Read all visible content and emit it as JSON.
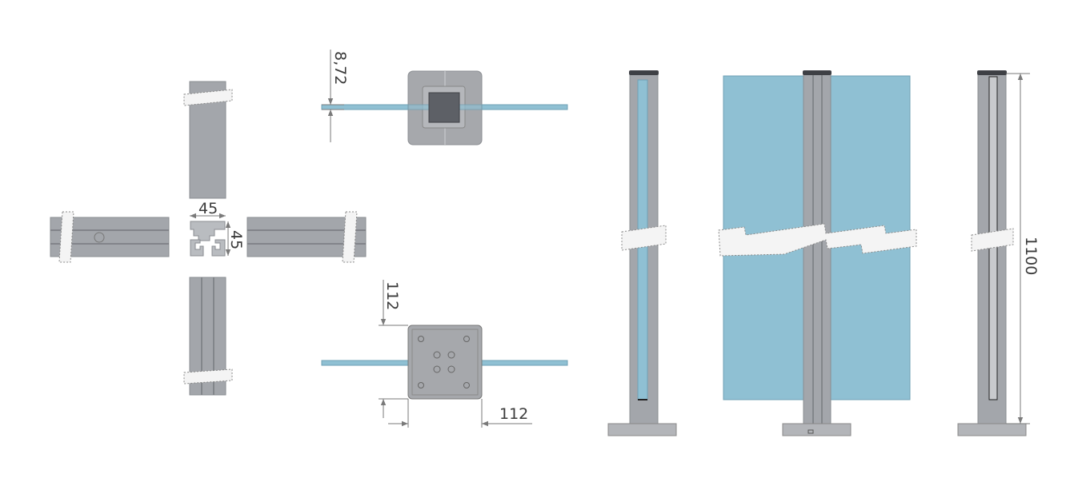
{
  "dimensions": {
    "profile_width": "45",
    "profile_height": "45",
    "glass_thickness": "8,72",
    "base_depth": "112",
    "base_width": "112",
    "post_height": "1100"
  },
  "colors": {
    "aluminium": "#a3a6ab",
    "glass": "#8fc0d3",
    "dimension_line": "#7a7a7a"
  }
}
